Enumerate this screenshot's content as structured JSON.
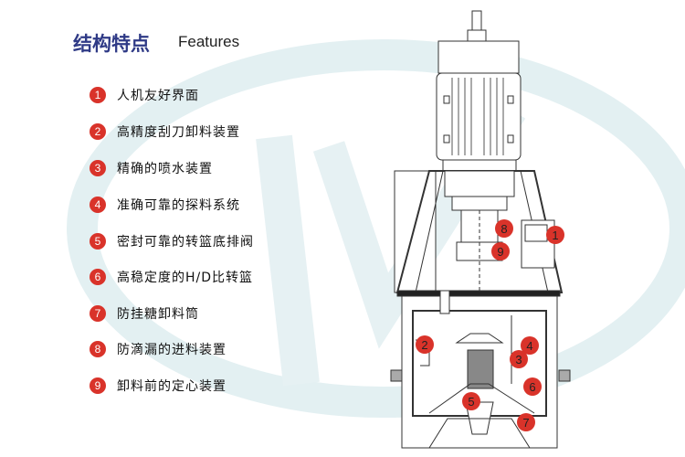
{
  "header": {
    "title_cn": "结构特点",
    "title_en": "Features"
  },
  "features": [
    {
      "num": "1",
      "label": "人机友好界面"
    },
    {
      "num": "2",
      "label": "高精度刮刀卸料装置"
    },
    {
      "num": "3",
      "label": "精确的喷水装置"
    },
    {
      "num": "4",
      "label": "准确可靠的探料系统"
    },
    {
      "num": "5",
      "label": "密封可靠的转篮底排阀"
    },
    {
      "num": "6",
      "label": "高稳定度的H/D比转篮"
    },
    {
      "num": "7",
      "label": "防挂糖卸料筒"
    },
    {
      "num": "8",
      "label": "防滴漏的进料装置"
    },
    {
      "num": "9",
      "label": "卸料前的定心装置"
    }
  ],
  "diagram_markers": [
    "1",
    "8",
    "9",
    "2",
    "4",
    "3",
    "6",
    "5",
    "7"
  ],
  "colors": {
    "accent": "#d9332a",
    "title": "#2f3a86",
    "watermark": "#dcecef"
  }
}
